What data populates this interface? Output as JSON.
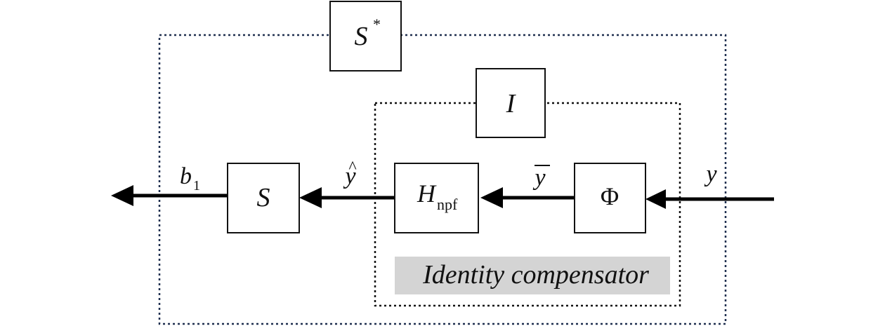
{
  "diagram": {
    "outer_box": {
      "label": "S",
      "label_sup": "*",
      "border_color": "#1f2f4f"
    },
    "inner_box": {
      "label": "I",
      "border_color": "#111111"
    },
    "blocks": {
      "s": {
        "label": "S"
      },
      "h": {
        "label": "H",
        "label_sub": "npf"
      },
      "phi": {
        "label": "Φ"
      }
    },
    "signals": {
      "b1": {
        "label": "b",
        "sub": "1"
      },
      "yhat": {
        "label": "y",
        "accent": "^"
      },
      "ybar": {
        "label": "y",
        "accent": "‾"
      },
      "y": {
        "label": "y"
      }
    },
    "compensator_caption": "Identity compensator",
    "caption_background": "#d4d4d4",
    "line_color": "#000000"
  }
}
